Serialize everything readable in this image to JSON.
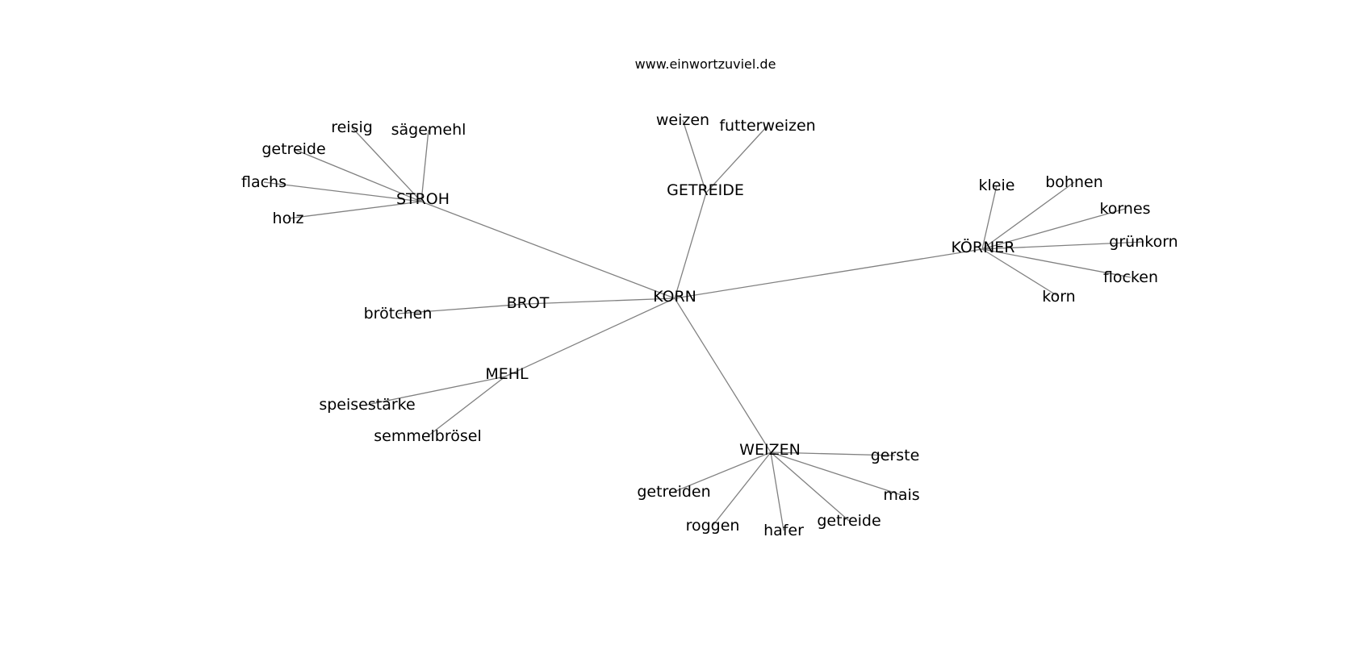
{
  "header": {
    "site": "www.einwortzuviel.de"
  },
  "graph": {
    "nodes": [
      {
        "id": "korn",
        "label": "KORN"
      },
      {
        "id": "stroh",
        "label": "STROH"
      },
      {
        "id": "getreide_hub",
        "label": "GETREIDE"
      },
      {
        "id": "koerner",
        "label": "KÖRNER"
      },
      {
        "id": "brot",
        "label": "BROT"
      },
      {
        "id": "mehl",
        "label": "MEHL"
      },
      {
        "id": "weizen_hub",
        "label": "WEIZEN"
      },
      {
        "id": "reisig",
        "label": "reisig"
      },
      {
        "id": "saegemehl",
        "label": "sägemehl"
      },
      {
        "id": "getreide_stroh",
        "label": "getreide"
      },
      {
        "id": "flachs",
        "label": "flachs"
      },
      {
        "id": "holz",
        "label": "holz"
      },
      {
        "id": "weizen",
        "label": "weizen"
      },
      {
        "id": "futterweizen",
        "label": "futterweizen"
      },
      {
        "id": "kleie",
        "label": "kleie"
      },
      {
        "id": "bohnen",
        "label": "bohnen"
      },
      {
        "id": "kornes",
        "label": "kornes"
      },
      {
        "id": "gruenkorn",
        "label": "grünkorn"
      },
      {
        "id": "flocken",
        "label": "flocken"
      },
      {
        "id": "korn_leaf",
        "label": "korn"
      },
      {
        "id": "broetchen",
        "label": "brötchen"
      },
      {
        "id": "speisestaerke",
        "label": "speisestärke"
      },
      {
        "id": "semmelbroesel",
        "label": "semmelbrösel"
      },
      {
        "id": "gerste",
        "label": "gerste"
      },
      {
        "id": "getreiden",
        "label": "getreiden"
      },
      {
        "id": "mais",
        "label": "mais"
      },
      {
        "id": "roggen",
        "label": "roggen"
      },
      {
        "id": "hafer",
        "label": "hafer"
      },
      {
        "id": "getreide_weizen",
        "label": "getreide"
      }
    ],
    "edges": [
      [
        "korn",
        "stroh"
      ],
      [
        "korn",
        "getreide_hub"
      ],
      [
        "korn",
        "koerner"
      ],
      [
        "korn",
        "brot"
      ],
      [
        "korn",
        "mehl"
      ],
      [
        "korn",
        "weizen_hub"
      ],
      [
        "stroh",
        "reisig"
      ],
      [
        "stroh",
        "saegemehl"
      ],
      [
        "stroh",
        "getreide_stroh"
      ],
      [
        "stroh",
        "flachs"
      ],
      [
        "stroh",
        "holz"
      ],
      [
        "getreide_hub",
        "weizen"
      ],
      [
        "getreide_hub",
        "futterweizen"
      ],
      [
        "koerner",
        "kleie"
      ],
      [
        "koerner",
        "bohnen"
      ],
      [
        "koerner",
        "kornes"
      ],
      [
        "koerner",
        "gruenkorn"
      ],
      [
        "koerner",
        "flocken"
      ],
      [
        "koerner",
        "korn_leaf"
      ],
      [
        "brot",
        "broetchen"
      ],
      [
        "mehl",
        "speisestaerke"
      ],
      [
        "mehl",
        "semmelbroesel"
      ],
      [
        "weizen_hub",
        "gerste"
      ],
      [
        "weizen_hub",
        "getreiden"
      ],
      [
        "weizen_hub",
        "mais"
      ],
      [
        "weizen_hub",
        "roggen"
      ],
      [
        "weizen_hub",
        "hafer"
      ],
      [
        "weizen_hub",
        "getreide_weizen"
      ]
    ]
  },
  "colors": {
    "edge": "#808080",
    "text": "#000000",
    "background": "#ffffff"
  }
}
